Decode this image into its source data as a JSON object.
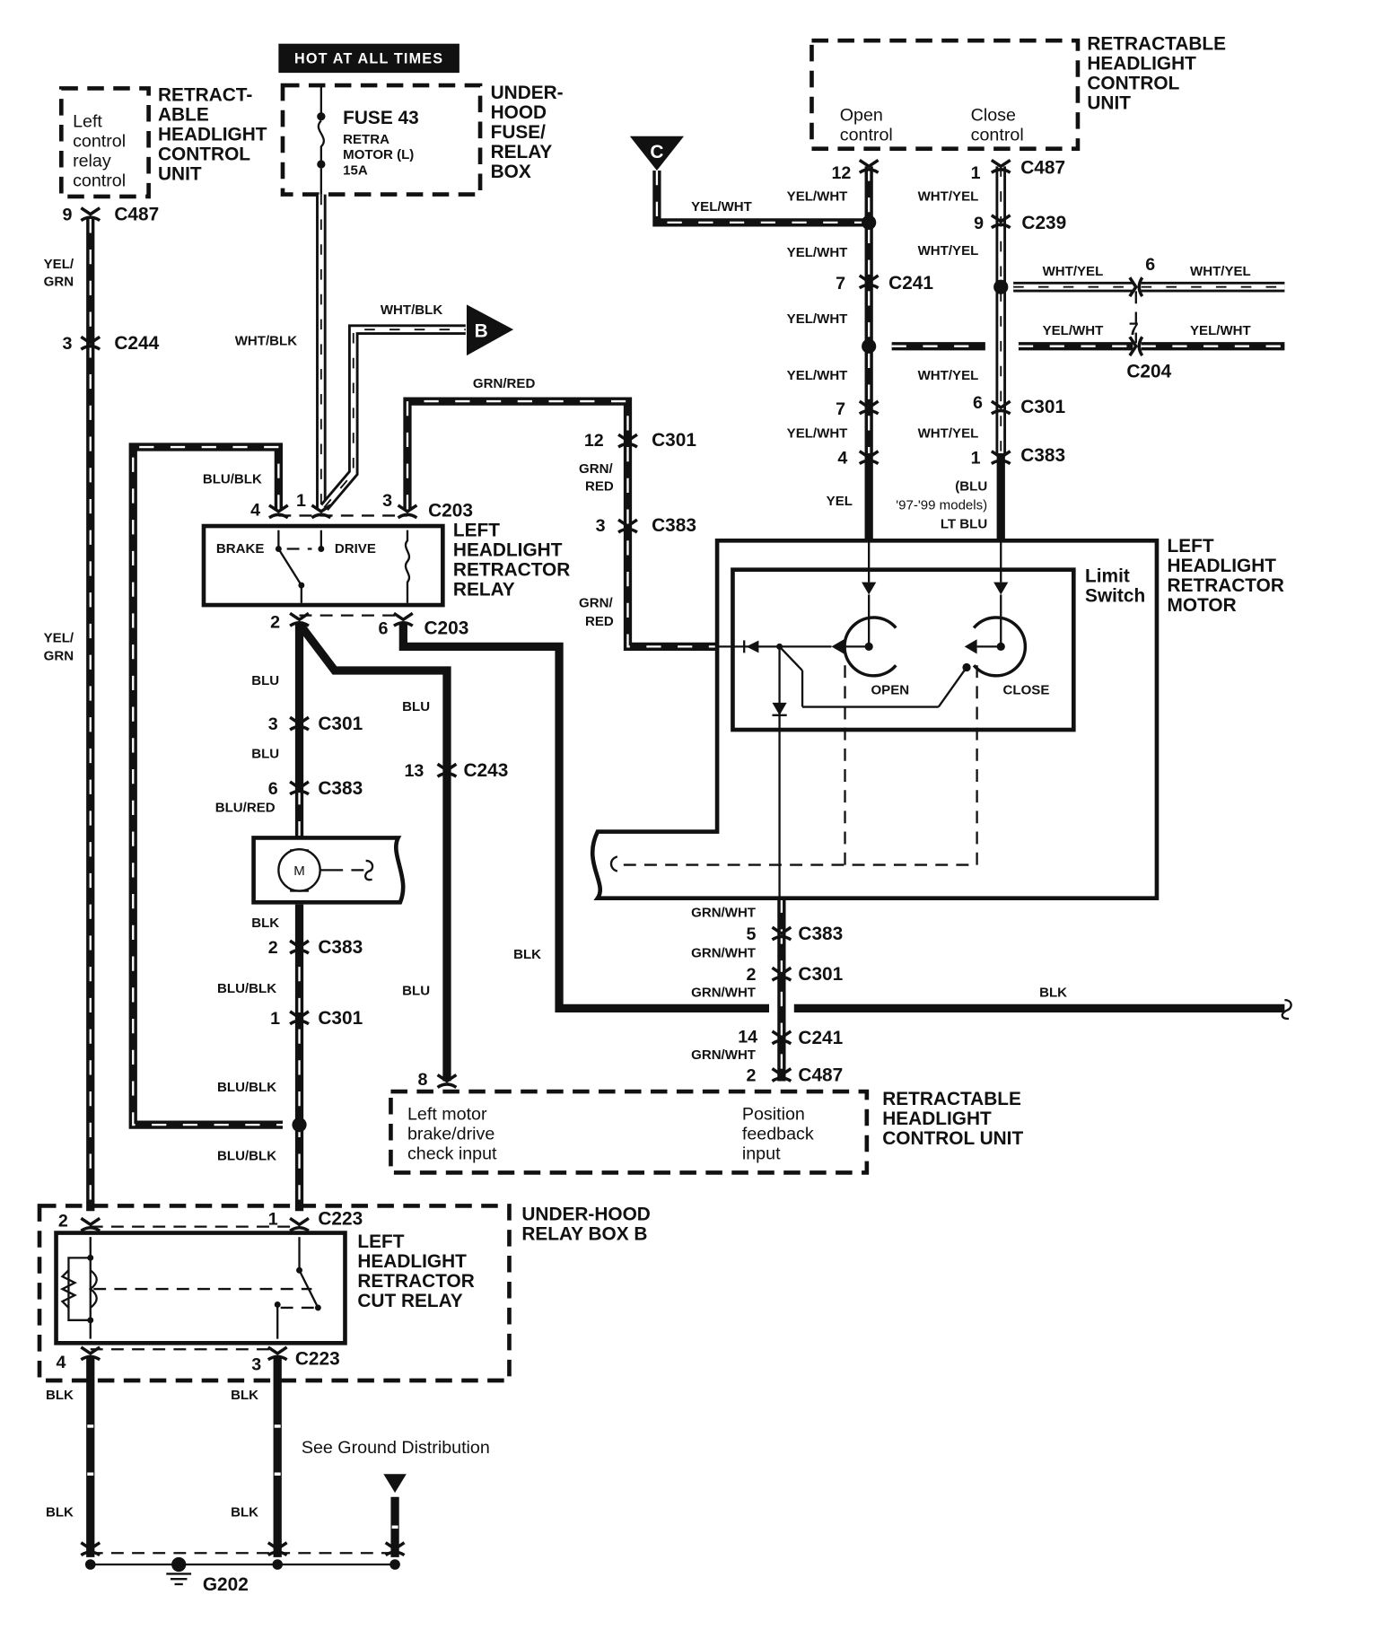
{
  "title_banner": "HOT AT ALL TIMES",
  "components": {
    "control_unit_left": {
      "name_lines": [
        "RETRACT-",
        "ABLE",
        "HEADLIGHT",
        "CONTROL",
        "UNIT"
      ],
      "inner_lines": [
        "Left",
        "control",
        "relay",
        "control"
      ]
    },
    "fuse_box": {
      "name_lines": [
        "UNDER-",
        "HOOD",
        "FUSE/",
        "RELAY",
        "BOX"
      ],
      "fuse_title": "FUSE 43",
      "fuse_lines": [
        "RETRA",
        "MOTOR (L)",
        "15A"
      ]
    },
    "control_unit_top": {
      "name_lines": [
        "RETRACTABLE",
        "HEADLIGHT",
        "CONTROL",
        "UNIT"
      ],
      "open_lines": [
        "Open",
        "control"
      ],
      "close_lines": [
        "Close",
        "control"
      ]
    },
    "retractor_relay": {
      "name_lines": [
        "LEFT",
        "HEADLIGHT",
        "RETRACTOR",
        "RELAY"
      ],
      "brake_label": "BRAKE",
      "drive_label": "DRIVE"
    },
    "retractor_motor": {
      "name_lines": [
        "LEFT",
        "HEADLIGHT",
        "RETRACTOR",
        "MOTOR"
      ],
      "limit_switch_lines": [
        "Limit",
        "Switch"
      ],
      "open_label": "OPEN",
      "close_label": "CLOSE",
      "motor_symbol": "M"
    },
    "control_unit_bottom": {
      "name_lines": [
        "RETRACTABLE",
        "HEADLIGHT",
        "CONTROL UNIT"
      ],
      "left_lines": [
        "Left motor",
        "brake/drive",
        "check input"
      ],
      "right_lines": [
        "Position",
        "feedback",
        "input"
      ]
    },
    "relay_box_b": {
      "name_lines": [
        "UNDER-HOOD",
        "RELAY BOX B"
      ]
    },
    "cut_relay": {
      "name_lines": [
        "LEFT",
        "HEADLIGHT",
        "RETRACTOR",
        "CUT RELAY"
      ]
    },
    "ground": {
      "note": "See Ground Distribution",
      "id": "G202"
    }
  },
  "references": {
    "B": "B",
    "C": "C"
  },
  "wire_labels": {
    "yel_grn_top": [
      "YEL/",
      "GRN"
    ],
    "yel_grn_mid": [
      "YEL/",
      "GRN"
    ],
    "wht_blk_1": "WHT/BLK",
    "wht_blk_2": "WHT/BLK",
    "grn_red_top": "GRN/RED",
    "grn_red_a": [
      "GRN/",
      "RED"
    ],
    "grn_red_b": [
      "GRN/",
      "RED"
    ],
    "blu_blk_top": "BLU/BLK",
    "yel_wht_c": "YEL/WHT",
    "yel_wht_1": "YEL/WHT",
    "yel_wht_2": "YEL/WHT",
    "yel_wht_3": "YEL/WHT",
    "yel_wht_4": "YEL/WHT",
    "yel_wht_5": "YEL/WHT",
    "yel": "YEL",
    "wht_yel_1": "WHT/YEL",
    "wht_yel_2": "WHT/YEL",
    "wht_yel_3": "WHT/YEL",
    "wht_yel_4": "WHT/YEL",
    "wht_yel_c204_l": "WHT/YEL",
    "wht_yel_c204_r": "WHT/YEL",
    "yel_wht_c204_l": "YEL/WHT",
    "yel_wht_c204_r": "YEL/WHT",
    "blu_note": [
      "(BLU",
      "'97-'99 models)",
      "LT BLU"
    ],
    "blu_1": "BLU",
    "blu_2": "BLU",
    "blu_3": "BLU",
    "blu_4": "BLU",
    "blu_red": "BLU/RED",
    "blk_motor": "BLK",
    "blu_blk_1": "BLU/BLK",
    "blu_blk_2": "BLU/BLK",
    "blu_blk_3": "BLU/BLK",
    "blk_mid": "BLK",
    "blk_right": "BLK",
    "grn_wht_1": "GRN/WHT",
    "grn_wht_2": "GRN/WHT",
    "grn_wht_3": "GRN/WHT",
    "grn_wht_4": "GRN/WHT",
    "blk_g1": "BLK",
    "blk_g2": "BLK",
    "blk_g3": "BLK",
    "blk_g4": "BLK"
  },
  "connectors": {
    "c487_left": {
      "pin": "9",
      "id": "C487"
    },
    "c244": {
      "pin": "3",
      "id": "C244"
    },
    "c203_4": {
      "pin": "4"
    },
    "c203_1": {
      "pin": "1"
    },
    "c203_3": {
      "pin": "3",
      "id": "C203"
    },
    "c203_2": {
      "pin": "2"
    },
    "c203_6": {
      "pin": "6",
      "id": "C203"
    },
    "c301_12": {
      "pin": "12",
      "id": "C301"
    },
    "c383_3": {
      "pin": "3",
      "id": "C383"
    },
    "c487_12": {
      "pin": "12"
    },
    "c487_1": {
      "pin": "1",
      "id": "C487"
    },
    "c239": {
      "pin": "9",
      "id": "C239"
    },
    "c241_7": {
      "pin": "7",
      "id": "C241"
    },
    "c204_6": {
      "pin": "6"
    },
    "c204_7": {
      "pin": "7",
      "id": "C204"
    },
    "c301_7": {
      "pin": "7"
    },
    "c301_6": {
      "pin": "6",
      "id": "C301"
    },
    "c383_4": {
      "pin": "4"
    },
    "c383_1": {
      "pin": "1",
      "id": "C383"
    },
    "c301_3": {
      "pin": "3",
      "id": "C301"
    },
    "c383_6": {
      "pin": "6",
      "id": "C383"
    },
    "c243": {
      "pin": "13",
      "id": "C243"
    },
    "c383_2": {
      "pin": "2",
      "id": "C383"
    },
    "c301_1": {
      "pin": "1",
      "id": "C301"
    },
    "c383_5": {
      "pin": "5",
      "id": "C383"
    },
    "c301_2": {
      "pin": "2",
      "id": "C301"
    },
    "c241_14": {
      "pin": "14",
      "id": "C241"
    },
    "c487_2": {
      "pin": "2",
      "id": "C487"
    },
    "c487_8": {
      "pin": "8"
    },
    "c223_2": {
      "pin": "2"
    },
    "c223_1": {
      "pin": "1",
      "id": "C223"
    },
    "c223_4": {
      "pin": "4"
    },
    "c223_3": {
      "pin": "3",
      "id": "C223"
    }
  }
}
